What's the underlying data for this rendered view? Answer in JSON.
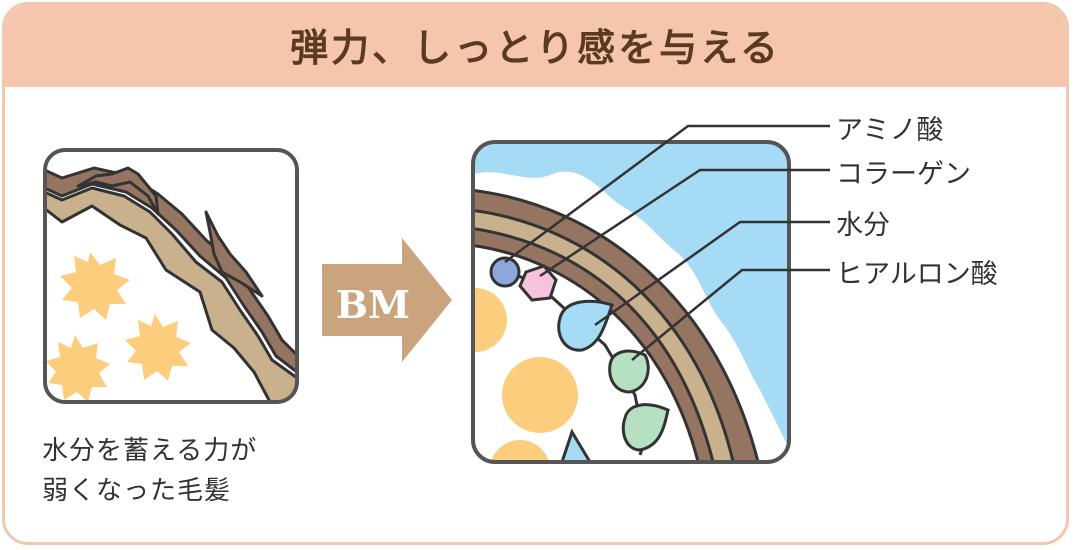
{
  "title": "弾力、しっとり感を与える",
  "left_panel": {
    "caption_line1": "水分を蓄える力が",
    "caption_line2": "弱くなった毛髪"
  },
  "arrow_label": "BM",
  "ingredients": [
    "アミノ酸",
    "コラーゲン",
    "水分",
    "ヒアルロン酸"
  ],
  "colors": {
    "header_bg": "#f6c6ac",
    "title_text": "#5b3a1e",
    "hair_brown": "#957462",
    "hair_tan": "#c9b18e",
    "water_blue": "#a6dbf6",
    "moisture_yellow": "#fdcd7e",
    "arrow": "#c9a47c",
    "amino_acid": "#8ea7d9",
    "collagen": "#f6c2dc",
    "water": "#a6dbf6",
    "hyaluronic_acid": "#b6e0c2"
  }
}
